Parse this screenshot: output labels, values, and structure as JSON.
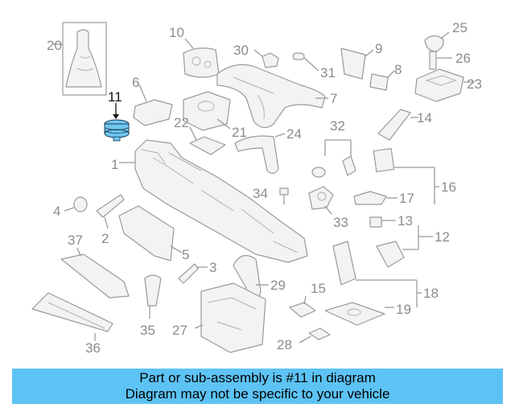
{
  "callouts": [
    "1",
    "2",
    "3",
    "4",
    "5",
    "6",
    "7",
    "8",
    "9",
    "10",
    "11",
    "12",
    "13",
    "14",
    "15",
    "16",
    "17",
    "18",
    "19",
    "20",
    "21",
    "22",
    "23",
    "24",
    "25",
    "26",
    "27",
    "28",
    "29",
    "30",
    "31",
    "32",
    "33",
    "34",
    "35",
    "36",
    "37"
  ],
  "highlighted_callout": "11",
  "banner": {
    "line1": "Part or sub-assembly is #11 in diagram",
    "line2": "Diagram may not be specific to your vehicle"
  },
  "colors": {
    "banner": "#5dc3f4",
    "highlight_part": "#6fc7f0",
    "line_art": "#9a9a9a"
  }
}
